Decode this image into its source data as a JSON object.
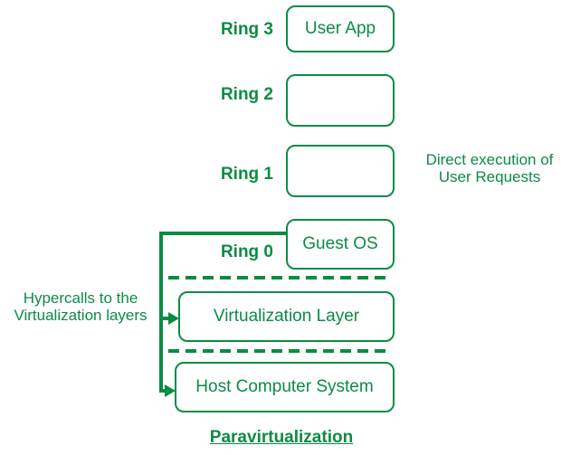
{
  "colors": {
    "green": "#0b8c44",
    "background": "#ffffff"
  },
  "rings": [
    {
      "label": "Ring 3",
      "box": "User App"
    },
    {
      "label": "Ring 2",
      "box": ""
    },
    {
      "label": "Ring 1",
      "box": ""
    },
    {
      "label": "Ring 0",
      "box": "Guest OS"
    }
  ],
  "layers": [
    {
      "label": "Virtualization Layer"
    },
    {
      "label": "Host Computer System"
    }
  ],
  "annotations": {
    "direct_execution": "Direct execution of\nUser Requests",
    "hypercalls": "Hypercalls to the\nVirtualization layers"
  },
  "caption": "Paravirtualization"
}
